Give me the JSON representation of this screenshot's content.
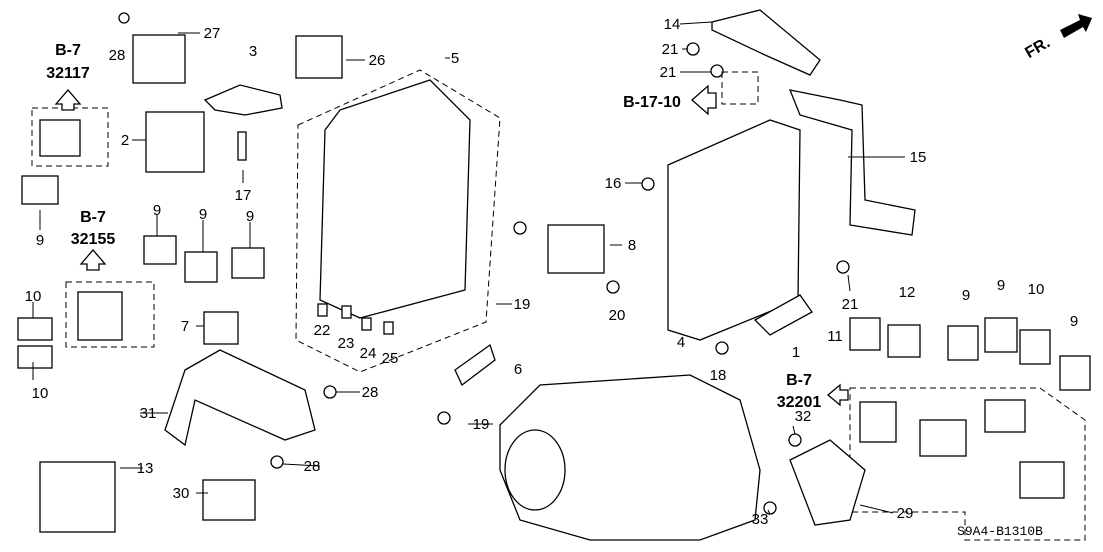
{
  "diagram_code": "S9A4-B1310B",
  "direction_label": "FR.",
  "references": {
    "b7_32117": {
      "page": "B-7",
      "code": "32117"
    },
    "b7_32155": {
      "page": "B-7",
      "code": "32155"
    },
    "b7_32201": {
      "page": "B-7",
      "code": "32201"
    },
    "b17_10": "B-17-10"
  },
  "callouts": [
    "28",
    "27",
    "3",
    "26",
    "5",
    "2",
    "17",
    "9",
    "9",
    "9",
    "9",
    "10",
    "10",
    "7",
    "22",
    "23",
    "24",
    "25",
    "19",
    "8",
    "6",
    "31",
    "28",
    "28",
    "13",
    "30",
    "19",
    "14",
    "21",
    "21",
    "15",
    "16",
    "20",
    "4",
    "1",
    "18",
    "21",
    "11",
    "12",
    "9",
    "9",
    "10",
    "9",
    "32",
    "33",
    "29"
  ]
}
